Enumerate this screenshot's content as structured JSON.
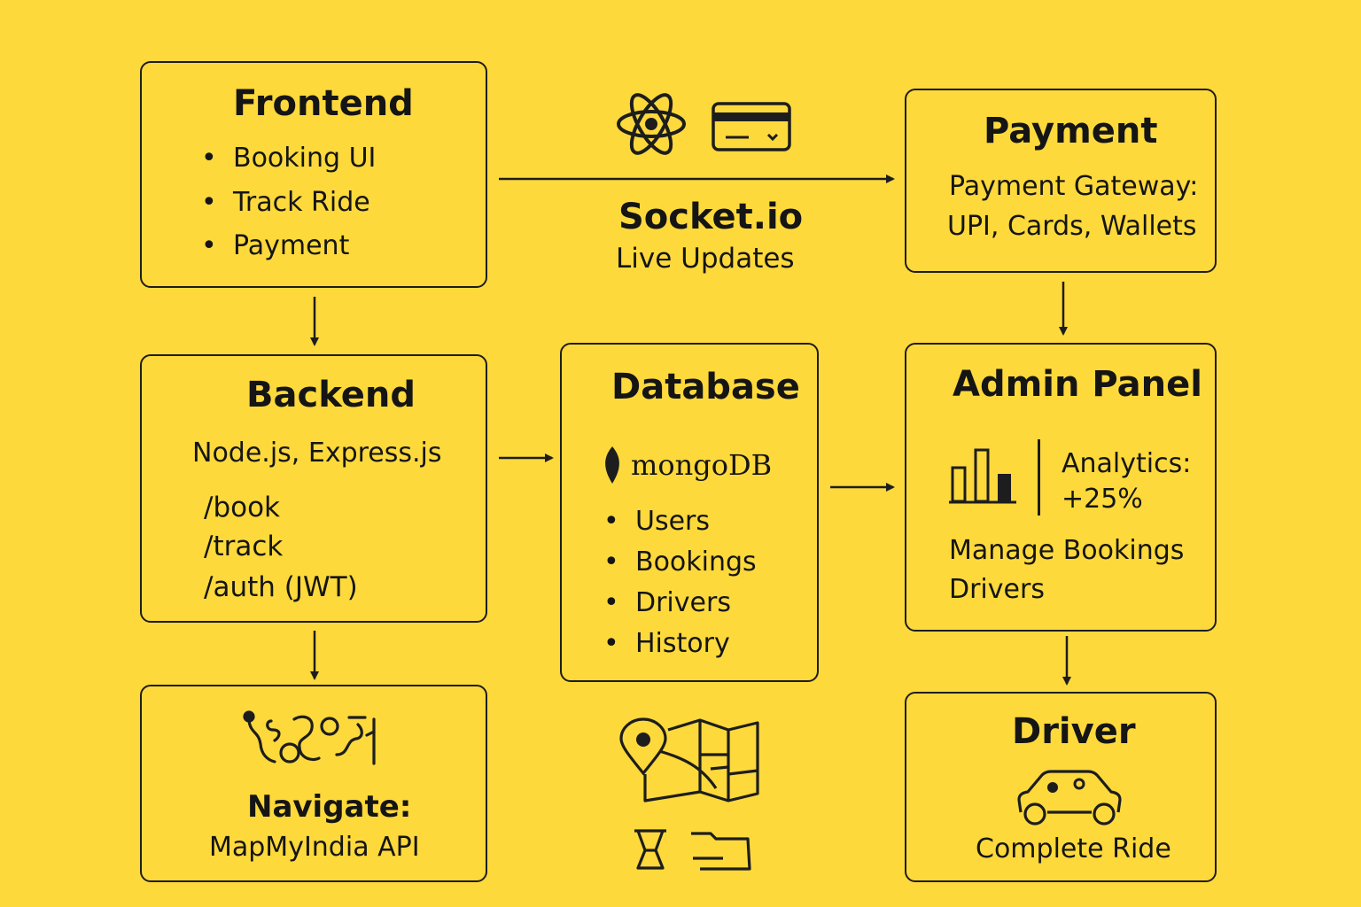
{
  "frontend": {
    "title": "Frontend",
    "items": [
      "Booking UI",
      "Track Ride",
      "Payment"
    ]
  },
  "socket": {
    "title": "Socket.io",
    "subtitle": "Live Updates",
    "icons": [
      "react-atom-icon",
      "credit-card-icon"
    ]
  },
  "payment": {
    "title": "Payment",
    "line1": "Payment Gateway:",
    "line2": "UPI, Cards, Wallets"
  },
  "backend": {
    "title": "Backend",
    "stack": "Node.js, Express.js",
    "routes": [
      "/book",
      "/track",
      "/auth (JWT)"
    ]
  },
  "database": {
    "title": "Database",
    "logo_text": "mongoDB",
    "items": [
      "Users",
      "Bookings",
      "Drivers",
      "History"
    ]
  },
  "admin": {
    "title": "Admin Panel",
    "analytics_label": "Analytics:",
    "analytics_value": "+25%",
    "manage_line1": "Manage Bookings",
    "manage_line2": "Drivers"
  },
  "navigate": {
    "title": "Navigate:",
    "api": "MapMyIndia API",
    "icon": "route-path-icon"
  },
  "map_icons": [
    "map-pin-icon",
    "folded-map-icon",
    "hourglass-icon",
    "folder-icon"
  ],
  "driver": {
    "title": "Driver",
    "action": "Complete Ride",
    "icon": "car-icon"
  },
  "colors": {
    "background": "#FDD93C",
    "ink": "#1d1d1d"
  }
}
